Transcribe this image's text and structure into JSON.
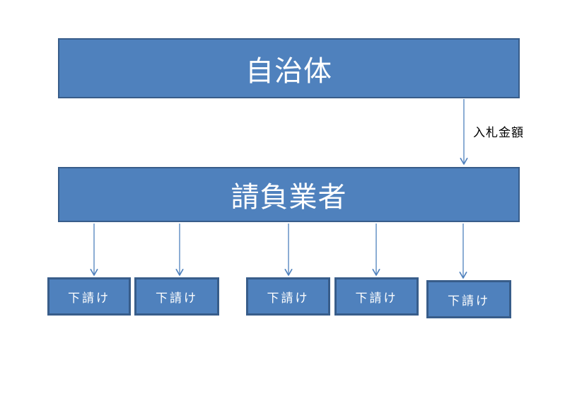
{
  "diagram": {
    "nodes": {
      "municipality": {
        "label": "自治体"
      },
      "contractor": {
        "label": "請負業者"
      },
      "subcontractors": [
        {
          "label": "下請け"
        },
        {
          "label": "下請け"
        },
        {
          "label": "下請け"
        },
        {
          "label": "下請け"
        },
        {
          "label": "下請け"
        }
      ]
    },
    "connectors": {
      "bid_label": "入札金額"
    },
    "colors": {
      "node_fill": "#4f81bd",
      "node_border": "#385d8a",
      "node_text": "#ffffff",
      "connector_stroke": "#4f81bd",
      "annotation_text": "#000000",
      "background": "#ffffff"
    }
  }
}
